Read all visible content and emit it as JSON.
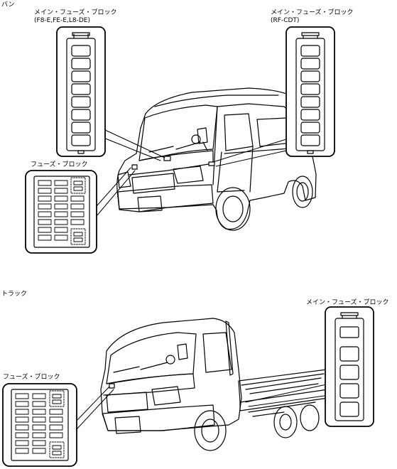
{
  "van": {
    "section_title": "バン",
    "main_fuse_left_title": "メイン・フューズ・ブロック",
    "main_fuse_left_engines": "(F8-E,FE-E,L8-DE)",
    "main_fuse_right_title": "メイン・フューズ・ブロック",
    "main_fuse_right_engine": "(RF-CDT)",
    "fuse_block_title": "フューズ・ブロック"
  },
  "truck": {
    "section_title": "トラック",
    "main_fuse_title": "メイン・フューズ・ブロック",
    "fuse_block_title": "フューズ・ブロック"
  }
}
